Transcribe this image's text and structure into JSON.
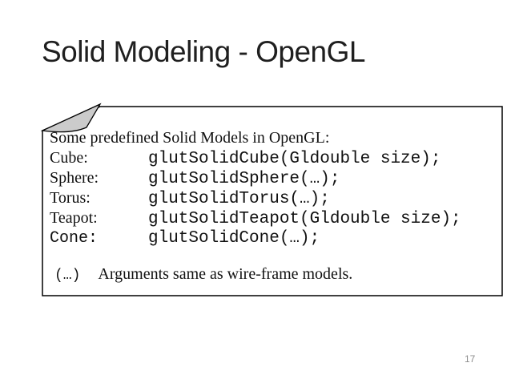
{
  "slide": {
    "title": "Solid Modeling - OpenGL",
    "page_number": "17"
  },
  "note_box": {
    "heading": "Some predefined Solid Models in OpenGL:",
    "rows": [
      {
        "label": "Cube:",
        "label_font": "serif",
        "code": "glutSolidCube(Gldouble size);"
      },
      {
        "label": "Sphere:",
        "label_font": "serif",
        "code": "glutSolidSphere(…);"
      },
      {
        "label": "Torus:",
        "label_font": "serif",
        "code": "glutSolidTorus(…);"
      },
      {
        "label": "Teapot:",
        "label_font": "serif",
        "code": "glutSolidTeapot(Gldouble size);"
      },
      {
        "label": "Cone:",
        "label_font": "mono",
        "code": "glutSolidCone(…);"
      }
    ],
    "footnote": {
      "symbol": "(…)",
      "text": "Arguments same as wire-frame models."
    }
  },
  "colors": {
    "box_fill": "#ffffff",
    "box_border": "#000000",
    "flap_fill": "#cbcbcb",
    "title_text": "#1f1f1f",
    "page_number_text": "#8d8d8d"
  }
}
